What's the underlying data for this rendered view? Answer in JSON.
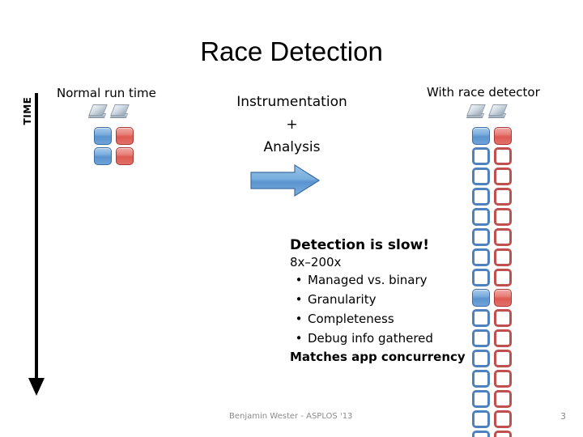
{
  "slide": {
    "title": "Race Detection",
    "time_axis_label": "TIME"
  },
  "columns": {
    "normal": {
      "header": "Normal run time",
      "thread_icons": 2,
      "rows": [
        {
          "blue": "filled",
          "red": "filled"
        },
        {
          "blue": "filled",
          "red": "filled"
        }
      ]
    },
    "detector": {
      "header": "With race detector",
      "thread_icons": 2,
      "rows": [
        {
          "blue": "filled",
          "red": "filled"
        },
        {
          "blue": "outline",
          "red": "outline"
        },
        {
          "blue": "outline",
          "red": "outline"
        },
        {
          "blue": "outline",
          "red": "outline"
        },
        {
          "blue": "outline",
          "red": "outline"
        },
        {
          "blue": "outline",
          "red": "outline"
        },
        {
          "blue": "outline",
          "red": "outline"
        },
        {
          "blue": "outline",
          "red": "outline"
        },
        {
          "blue": "filled",
          "red": "filled"
        },
        {
          "blue": "outline",
          "red": "outline"
        },
        {
          "blue": "outline",
          "red": "outline"
        },
        {
          "blue": "outline",
          "red": "outline"
        },
        {
          "blue": "outline",
          "red": "outline"
        },
        {
          "blue": "outline",
          "red": "outline"
        },
        {
          "blue": "outline",
          "red": "outline"
        },
        {
          "blue": "outline",
          "red": "outline"
        }
      ]
    }
  },
  "center": {
    "line1": "Instrumentation",
    "line2": "+",
    "line3": "Analysis",
    "arrow_label": "process-arrow"
  },
  "detection": {
    "heading": "Detection is slow!",
    "range": "8x–200x",
    "bullet_glyph": "•",
    "bullets": [
      "Managed vs. binary",
      "Granularity",
      "Completeness",
      "Debug info gathered"
    ],
    "footnote": "Matches app concurrency"
  },
  "footer": {
    "credit": "Benjamin Wester - ASPLOS '13",
    "page_number": "3"
  },
  "colors": {
    "blue_fill": "#5b93cf",
    "red_fill": "#dd5a53",
    "blue_outline": "#4e81bd",
    "red_outline": "#c0504d",
    "arrow_fill": "#5b9bd5",
    "footer_gray": "#8a8a8a"
  }
}
